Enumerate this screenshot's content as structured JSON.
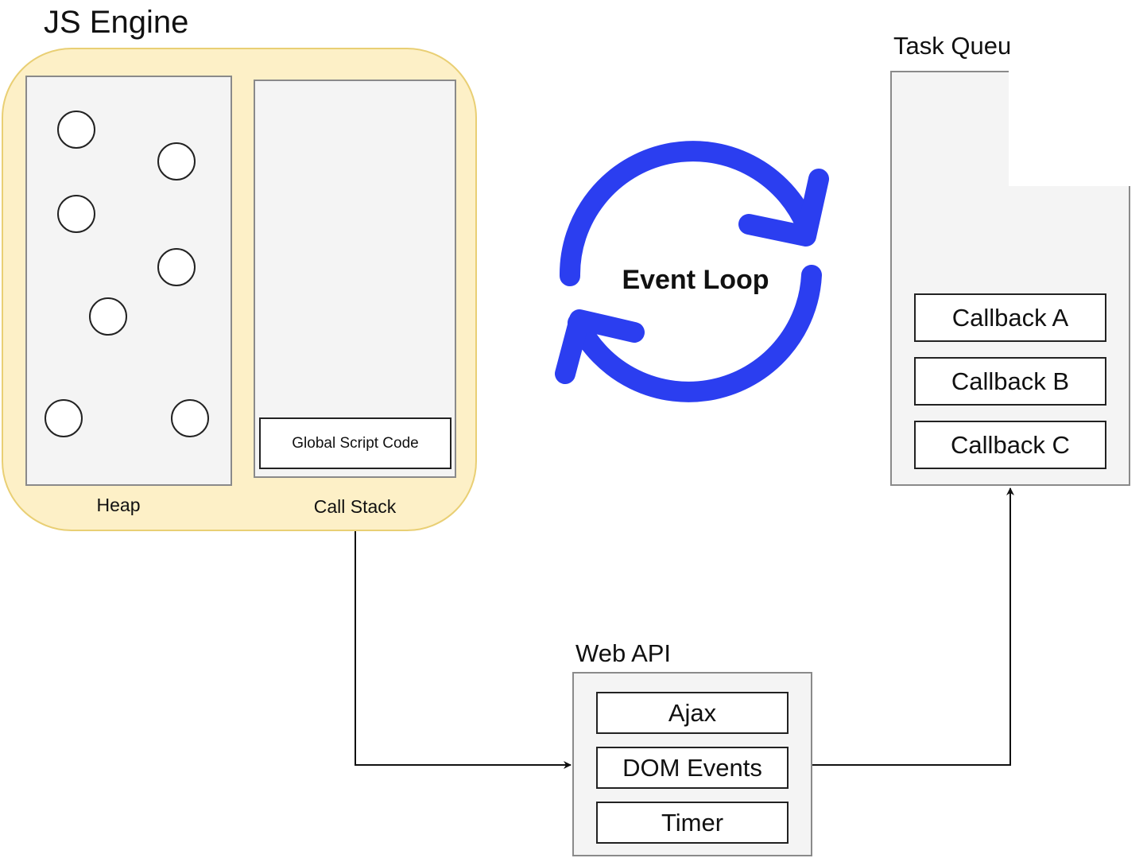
{
  "js_engine": {
    "title": "JS Engine",
    "heap": {
      "label": "Heap",
      "object_count": 7
    },
    "call_stack": {
      "label": "Call Stack",
      "frames": [
        "Global Script Code"
      ]
    }
  },
  "event_loop": {
    "label": "Event Loop",
    "arrow_color": "#2b3ef0"
  },
  "task_queue": {
    "title": "Task Queu",
    "items": [
      "Callback A",
      "Callback B",
      "Callback C"
    ]
  },
  "web_api": {
    "title": "Web API",
    "items": [
      "Ajax",
      "DOM Events",
      "Timer"
    ]
  },
  "colors": {
    "engine_fill": "#fdf0c7",
    "engine_border": "#e9cf74",
    "panel_fill": "#f4f4f4",
    "panel_border": "#8a8a8a",
    "connector": "#111111"
  }
}
